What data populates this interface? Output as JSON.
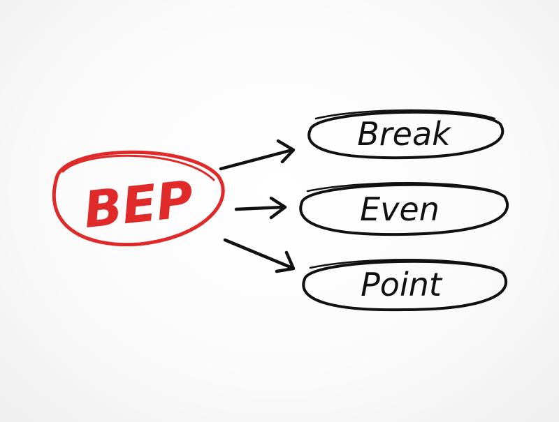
{
  "acronym": {
    "text": "BEP",
    "color": "#e02a2a"
  },
  "terms": [
    {
      "label": "Break"
    },
    {
      "label": "Even"
    },
    {
      "label": "Point"
    }
  ],
  "ink_color": "#111111"
}
